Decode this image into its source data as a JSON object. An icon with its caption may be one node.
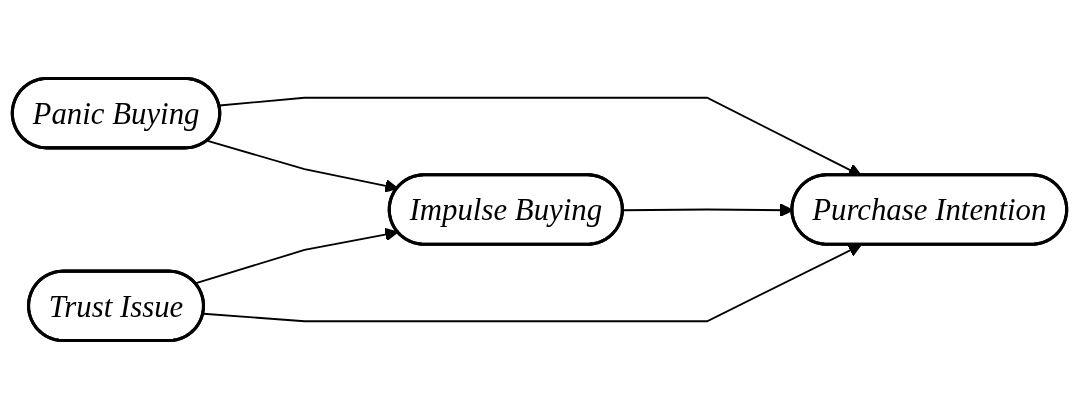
{
  "diagram": {
    "nodes": [
      {
        "text": [
          "Panic Buying"
        ]
      },
      {
        "text": [
          "Impulse Buying"
        ]
      },
      {
        "text": [
          "Purchase Intention"
        ]
      },
      {
        "text": [
          "Trust Issue"
        ]
      }
    ],
    "edges": [
      {
        "from": 0,
        "to": 2,
        "arrow": "to"
      },
      {
        "from": 0,
        "to": 1,
        "arrow": "to"
      },
      {
        "from": 1,
        "to": 2,
        "arrow": "to"
      },
      {
        "from": 3,
        "to": 1,
        "arrow": "to"
      },
      {
        "from": 3,
        "to": 2,
        "arrow": "to"
      }
    ]
  }
}
